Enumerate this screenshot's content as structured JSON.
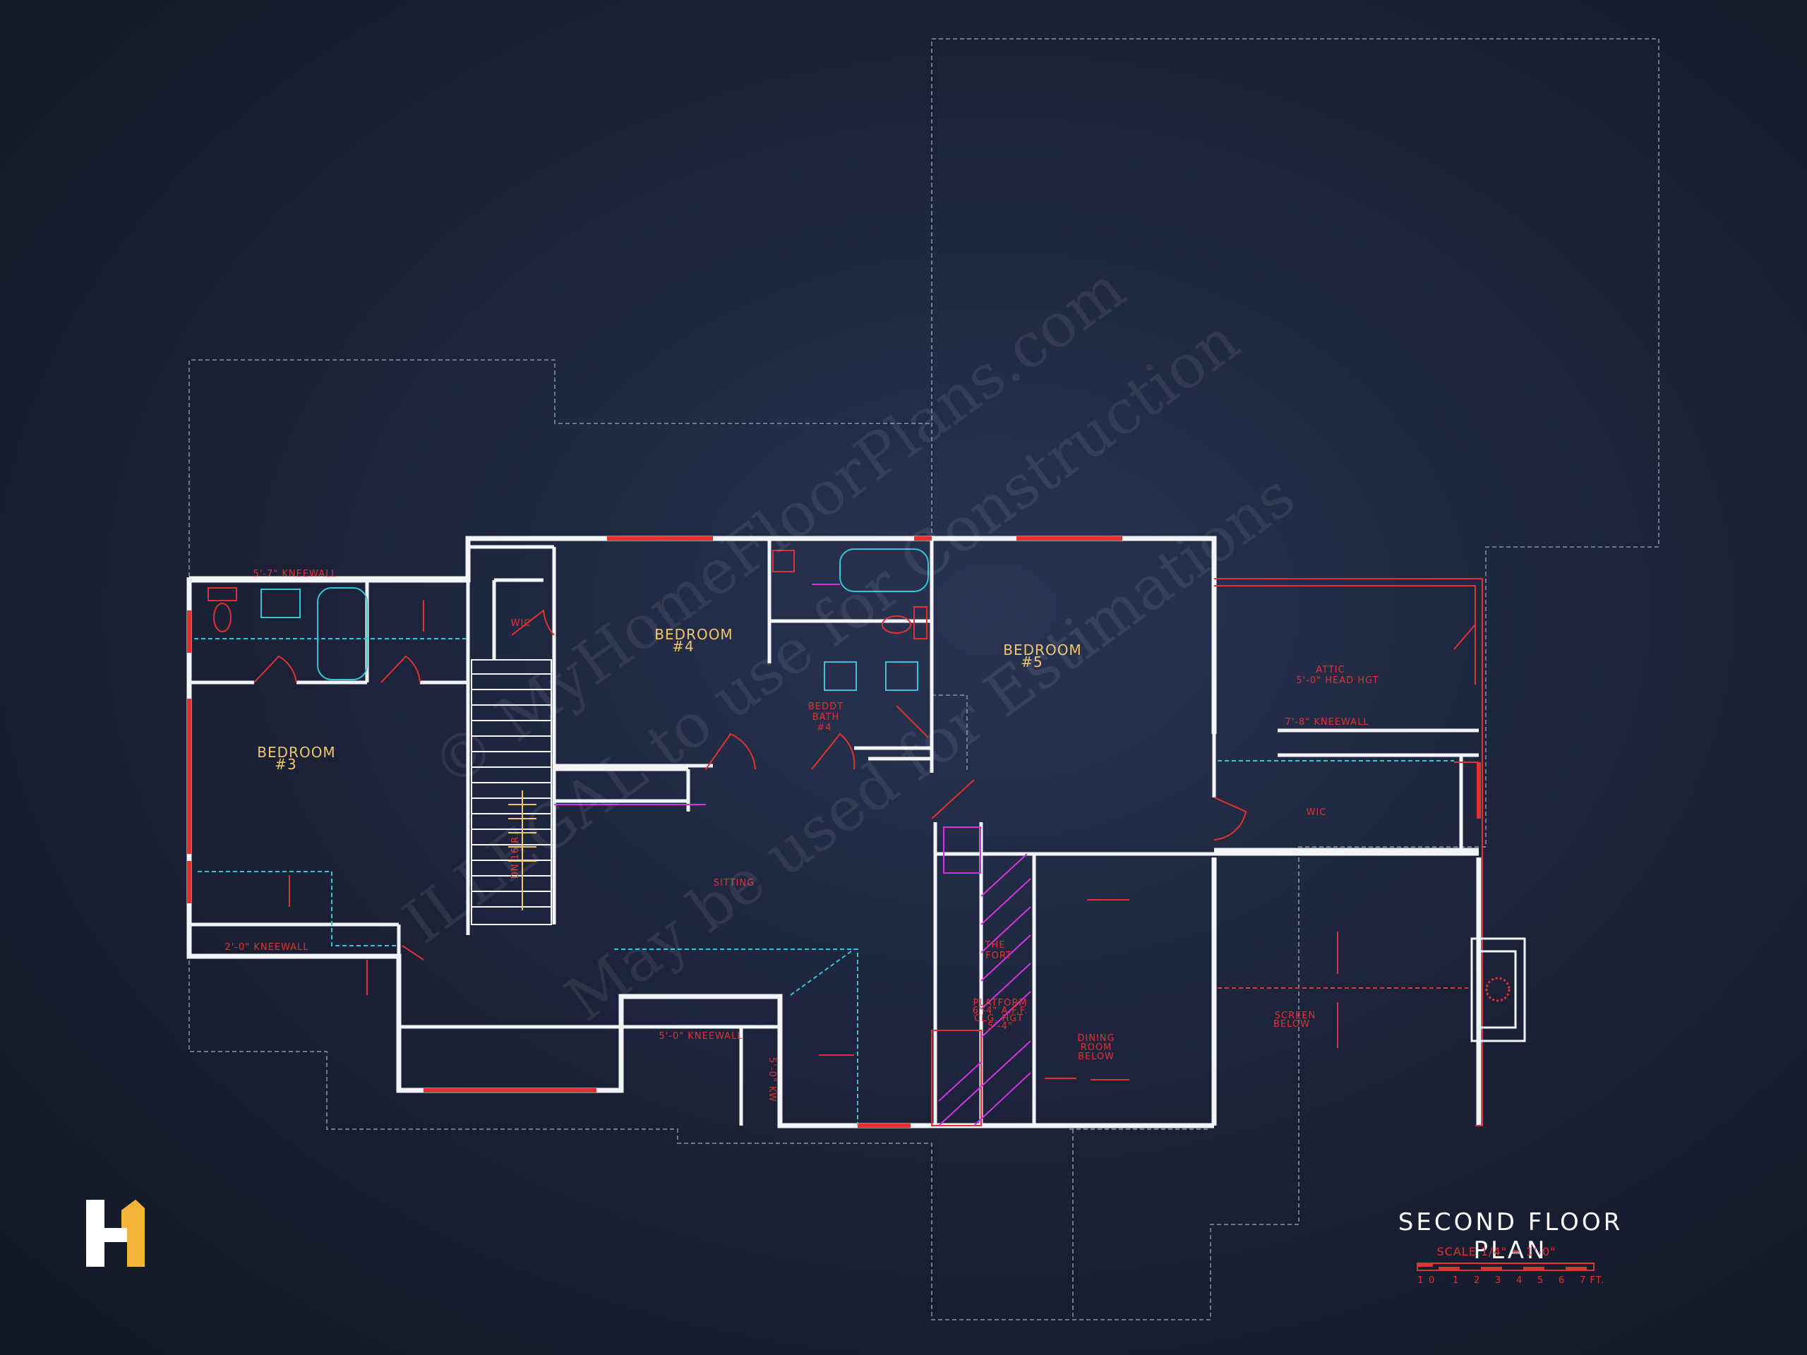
{
  "plan": {
    "title": "SECOND FLOOR PLAN",
    "scale": "SCALE 1/4\" = 1'-0\"",
    "scale_ticks": [
      "1",
      "0",
      "1",
      "2",
      "3",
      "4",
      "5",
      "6",
      "7 FT."
    ]
  },
  "rooms": {
    "bedroom3": {
      "name": "BEDROOM",
      "num": "#3"
    },
    "bedroom4": {
      "name": "BEDROOM",
      "num": "#4"
    },
    "bedroom5": {
      "name": "BEDROOM",
      "num": "#5"
    },
    "bath": {
      "l1": "BEDDT",
      "l2": "BATH",
      "l3": "#4"
    },
    "wic_left": "WIC",
    "wic_right": "WIC",
    "sitting": "SITTING",
    "attic": {
      "name": "ATTIC",
      "note": "5'-0\" HEAD HGT"
    },
    "fort": {
      "l1": "THE",
      "l2": "FORT"
    },
    "platform": {
      "l1": "PLATFORM",
      "l2": "6'-4\" A.F.F.",
      "l3": "CLG. HGT",
      "l4": "5'-4\""
    },
    "dining": {
      "l1": "DINING",
      "l2": "ROOM",
      "l3": "BELOW"
    },
    "screen": {
      "l1": "SCREEN",
      "l2": "BELOW"
    },
    "stair": "DN 16 R"
  },
  "notes": {
    "kneewall_top_left": "5'-7\" KNEEWALL",
    "kneewall_bottom_left": "2'-0\" KNEEWALL",
    "kneewall_attic": "7'-8\" KNEEWALL",
    "kneewall_mid": "5'-0\" KNEEWALL",
    "kneewall_vertical": "5'-0\" KW"
  },
  "watermark": {
    "line1": "© MyHomeFloorPlans.com",
    "line2": "ILLEGAL to use for Construction",
    "line3": "May be used for Estimations"
  },
  "colors": {
    "wall": "#f2f4f8",
    "red": "#e0332f",
    "cyan": "#36c4d8",
    "magenta": "#d532e6",
    "label": "#f2c56b",
    "logo": "#f3b43a"
  },
  "icons": [
    "logo-icon"
  ]
}
